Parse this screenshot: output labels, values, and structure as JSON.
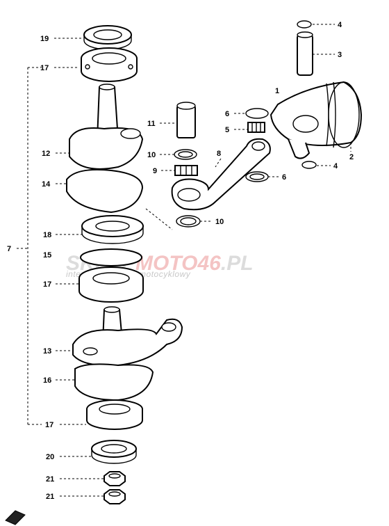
{
  "callouts": {
    "p1": "1",
    "p2": "2",
    "p3": "3",
    "p4a": "4",
    "p4b": "4",
    "p5": "5",
    "p6a": "6",
    "p6b": "6",
    "p7": "7",
    "p8": "8",
    "p9": "9",
    "p10a": "10",
    "p10b": "10",
    "p11": "11",
    "p12": "12",
    "p13": "13",
    "p14": "14",
    "p15": "15",
    "p16": "16",
    "p17a": "17",
    "p17b": "17",
    "p17c": "17",
    "p18": "18",
    "p19": "19",
    "p20": "20",
    "p21a": "21",
    "p21b": "21"
  },
  "watermark": {
    "brand_left": "SKLEP",
    "brand_right": "MOTO",
    "brand_num": "46",
    "brand_tld": ".PL",
    "tagline": "internetowy sklep motocyklowy"
  }
}
